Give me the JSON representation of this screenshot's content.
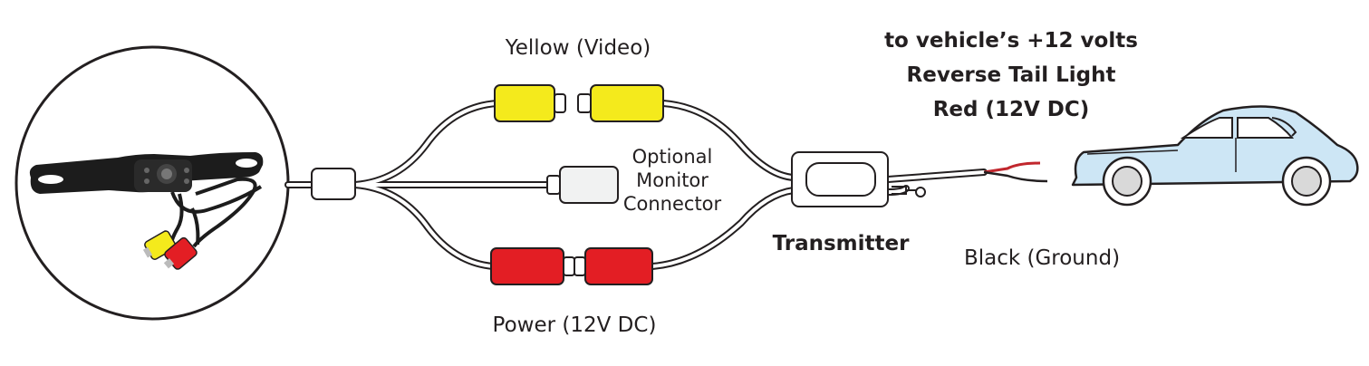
{
  "labels": {
    "yellow_video": "Yellow (Video)",
    "optional_line1": "Optional",
    "optional_line2": "Monitor",
    "optional_line3": "Connector",
    "power": "Power (12V DC)",
    "transmitter": "Transmitter",
    "black_ground": "Black (Ground)",
    "vehicle_line1": "to vehicle’s +12 volts",
    "vehicle_line2": "Reverse Tail Light",
    "vehicle_line3": "Red (12V DC)"
  },
  "colors": {
    "yellow_connector": "#f4ea1c",
    "white_connector": "#f1f2f2",
    "red_connector": "#e31e24",
    "car_body": "#cde6f5",
    "red_wire": "#c1272d",
    "black_wire": "#231f20",
    "camera_body": "#1c1c1c"
  },
  "icons": {
    "camera": "backup-camera-icon",
    "car": "sedan-car-icon"
  }
}
